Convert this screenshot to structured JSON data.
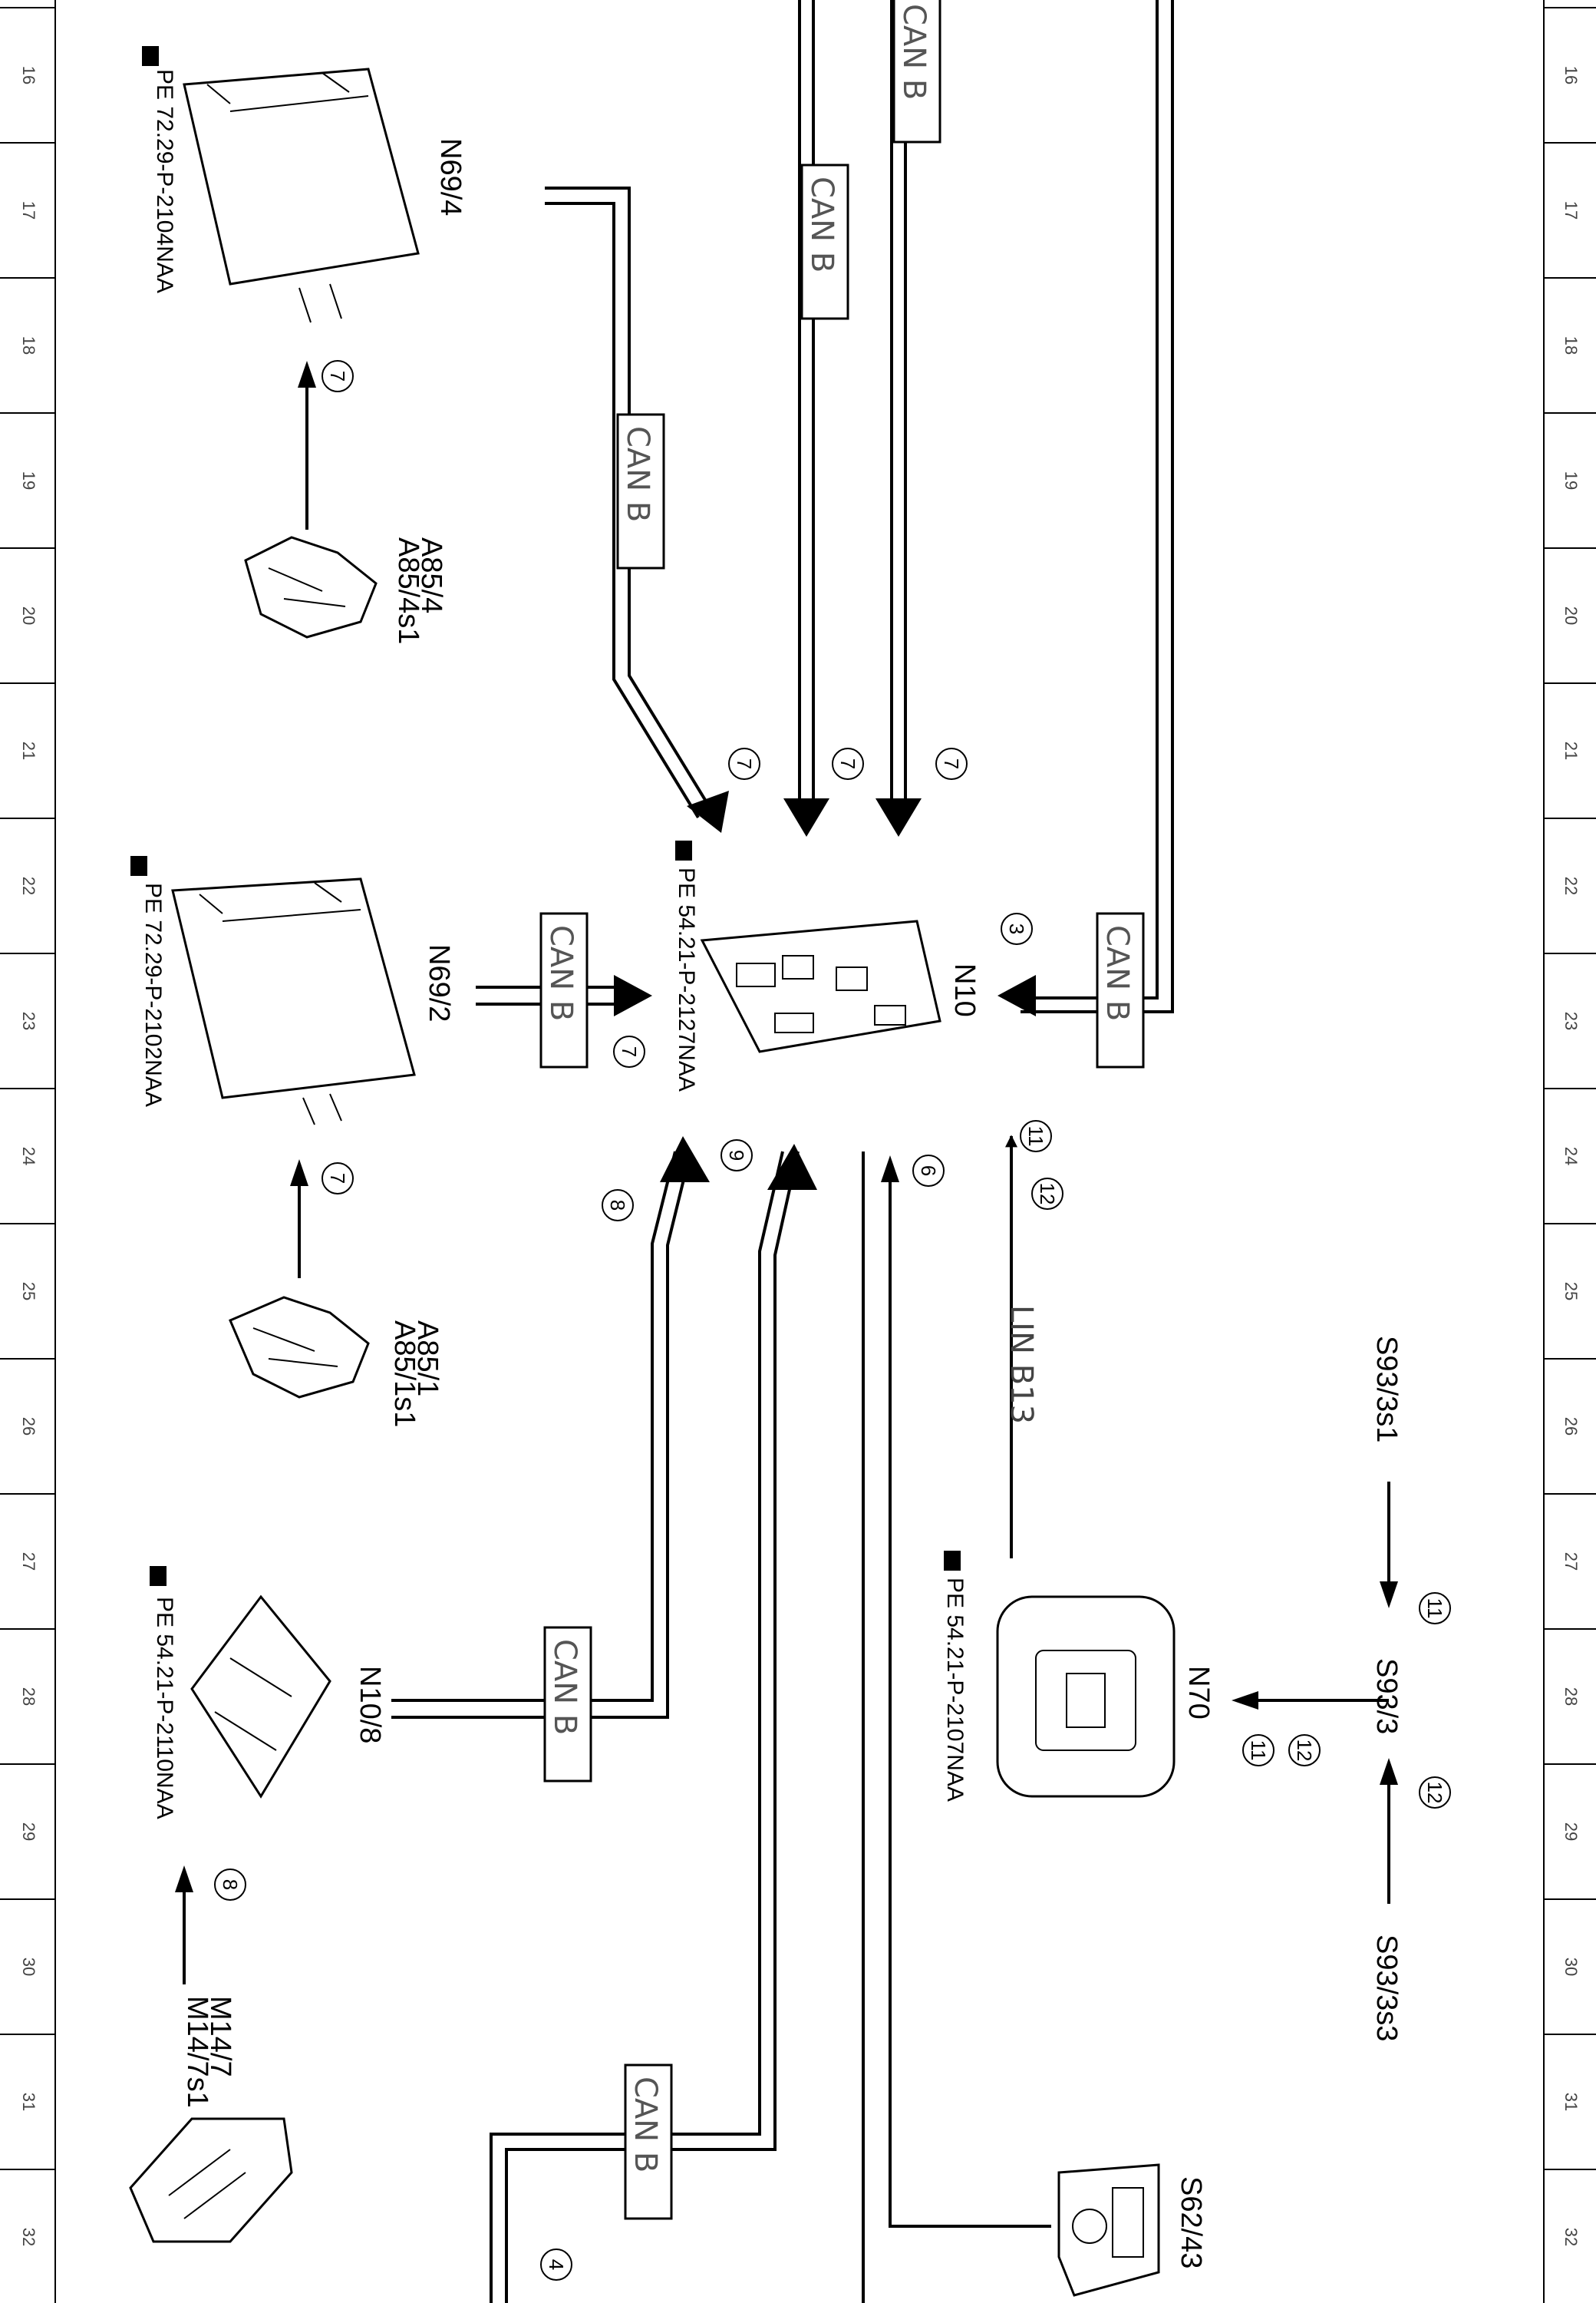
{
  "ruler_numbers": [
    "16",
    "17",
    "18",
    "19",
    "20",
    "21",
    "22",
    "23",
    "24",
    "25",
    "26",
    "27",
    "28",
    "29",
    "30",
    "31",
    "32"
  ],
  "bus_labels": {
    "can": "CAN B",
    "lin": "LIN B13"
  },
  "components": {
    "n69_4": "N69/4",
    "n69_4_ref": "PE 72.29-P-2104NAA",
    "a85_4": "A85/4",
    "a85_4s1": "A85/4s1",
    "n69_2": "N69/2",
    "n69_2_ref": "PE 72.29-P-2102NAA",
    "a85_1": "A85/1",
    "a85_1s1": "A85/1s1",
    "n10_8": "N10/8",
    "n10_8_ref": "PE 54.21-P-2110NAA",
    "m14_7": "M14/7",
    "m14_7s1": "M14/7s1",
    "n10": "N10",
    "n10_ref": "PE 54.21-P-2127NAA",
    "n70": "N70",
    "n70_ref": "PE 54.21-P-2107NAA",
    "s93_3": "S93/3",
    "s93_3s1": "S93/3s1",
    "s93_3s3": "S93/3s3",
    "s62_43": "S62/43"
  },
  "markers": {
    "m3": "3",
    "m4": "4",
    "m6": "6",
    "m7": "7",
    "m8": "8",
    "m9": "9",
    "m11": "11",
    "m12": "12"
  }
}
